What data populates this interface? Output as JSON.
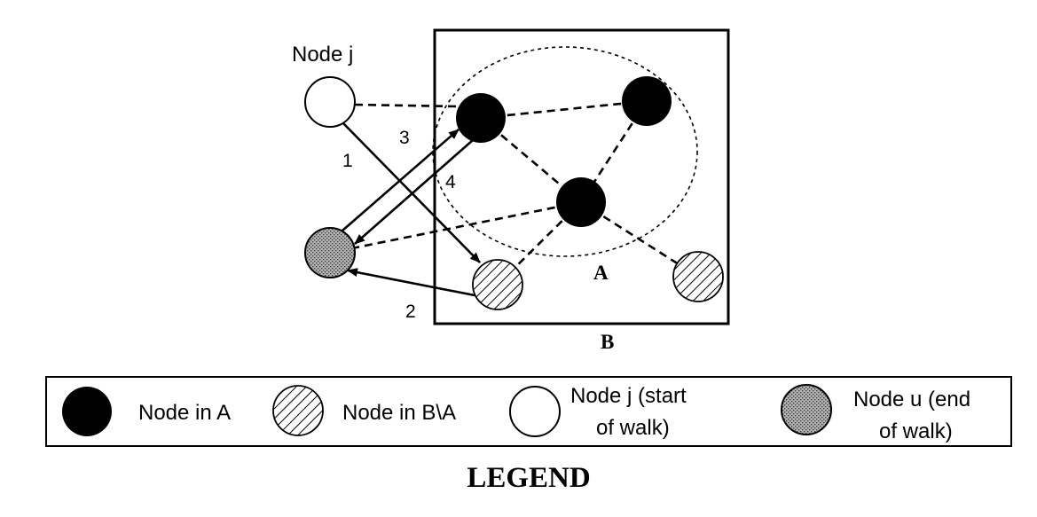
{
  "diagram": {
    "node_j_label": "Node j",
    "set_a_label": "A",
    "set_b_label": "B",
    "edge_labels": {
      "step1": "1",
      "step2": "2",
      "step3": "3",
      "step4": "4"
    }
  },
  "legend": {
    "title": "LEGEND",
    "items": [
      {
        "type": "node-in-a",
        "line1": "Node in A",
        "line2": ""
      },
      {
        "type": "node-in-b-minus-a",
        "line1": "Node in B\\A",
        "line2": ""
      },
      {
        "type": "node-j",
        "line1": "Node j (start",
        "line2": "of walk)"
      },
      {
        "type": "node-u",
        "line1": "Node u (end",
        "line2": "of walk)"
      }
    ]
  },
  "colors": {
    "node_in_a": "#000000",
    "node_j": "#ffffff",
    "node_u": "#a0a0a0",
    "hatch": "#000000",
    "stroke": "#000000"
  }
}
